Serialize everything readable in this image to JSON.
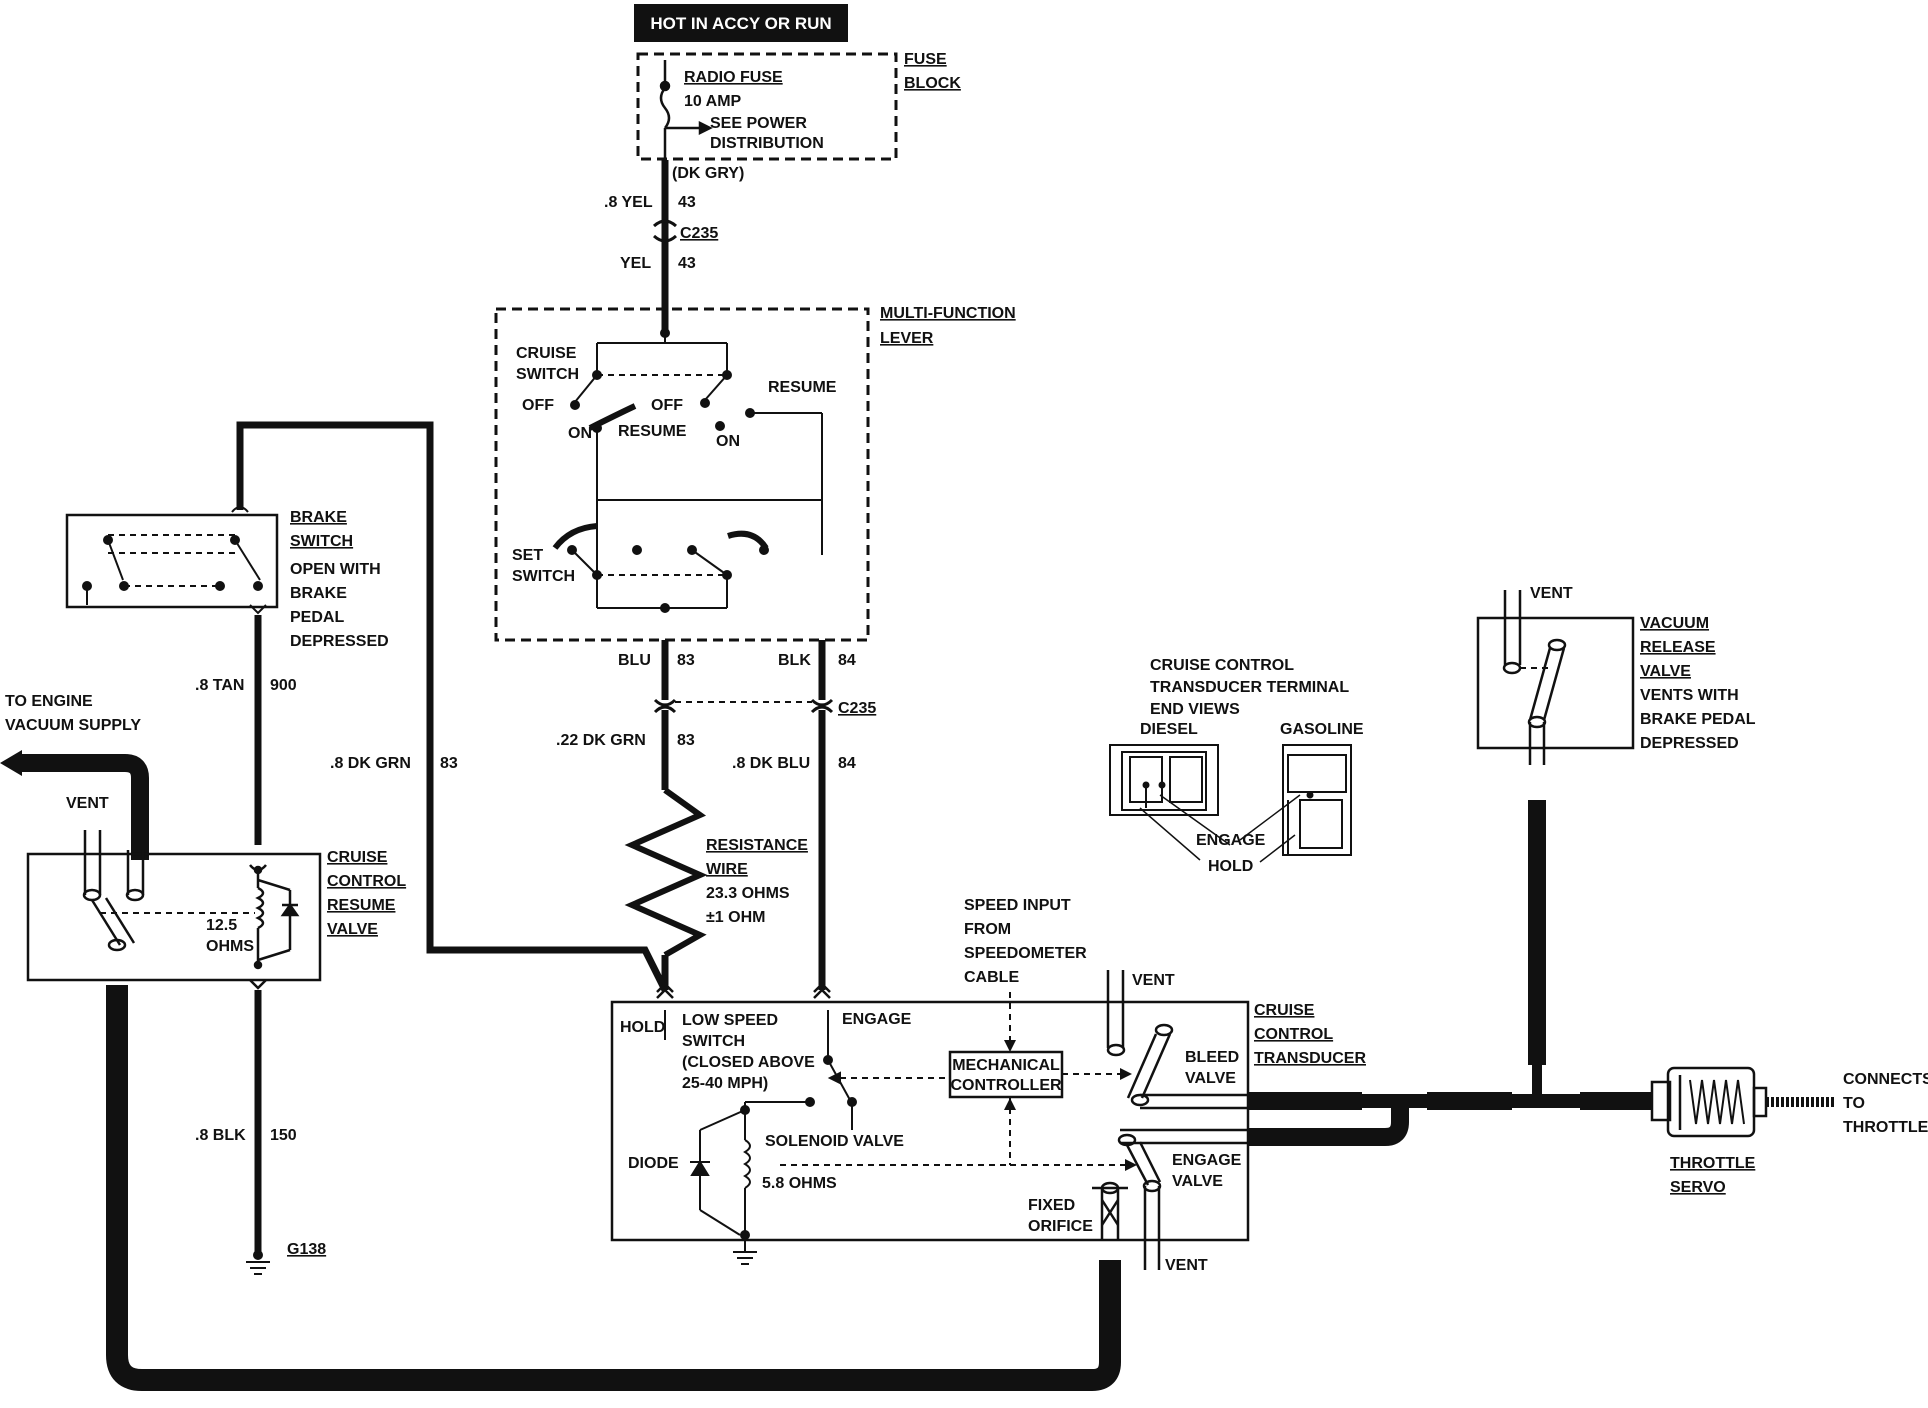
{
  "power": {
    "hot_label": "HOT IN ACCY OR RUN",
    "fuse_block": [
      "FUSE",
      "BLOCK"
    ],
    "radio_fuse": "RADIO FUSE",
    "fuse_rating": "10 AMP",
    "see_power": [
      "SEE POWER",
      "DISTRIBUTION"
    ],
    "wire_color_dk_gry": "(DK GRY)"
  },
  "wires": {
    "w1_color": ".8 YEL",
    "w1_num": "43",
    "conn_c235_top": "C235",
    "w2_color": "YEL",
    "w2_num": "43",
    "blu": "BLU",
    "blu_num": "83",
    "blk": "BLK",
    "blk_num": "84",
    "conn_c235_mid": "C235",
    "dk_grn": ".22 DK GRN",
    "dk_grn_num": "83",
    "dk_blu": ".8 DK BLU",
    "dk_blu_num": "84",
    "tan": ".8 TAN",
    "tan_num": "900",
    "grn_long": ".8 DK GRN",
    "grn_long_num": "83",
    "blk_gnd": ".8 BLK",
    "blk_gnd_num": "150",
    "ground": "G138"
  },
  "multifunction": {
    "title": [
      "MULTI-FUNCTION",
      "LEVER"
    ],
    "cruise_switch": [
      "CRUISE",
      "SWITCH"
    ],
    "off_left": "OFF",
    "on_left": "ON",
    "resume_mid": "RESUME",
    "off_right": "OFF",
    "on_right": "ON",
    "resume_right": "RESUME",
    "set_switch": [
      "SET",
      "SWITCH"
    ]
  },
  "brake": {
    "title": [
      "BRAKE",
      "SWITCH"
    ],
    "desc": [
      "OPEN WITH",
      "BRAKE",
      "PEDAL",
      "DEPRESSED"
    ]
  },
  "resume_valve": {
    "to_engine": [
      "TO ENGINE",
      "VACUUM SUPPLY"
    ],
    "vent": "VENT",
    "ohms": [
      "12.5",
      "OHMS"
    ],
    "title": [
      "CRUISE",
      "CONTROL",
      "RESUME",
      "VALVE"
    ]
  },
  "resistance": {
    "title": [
      "RESISTANCE",
      "WIRE"
    ],
    "value": [
      "23.3 OHMS",
      "±1 OHM"
    ]
  },
  "terminal_views": {
    "title": [
      "CRUISE CONTROL",
      "TRANSDUCER TERMINAL",
      "END VIEWS"
    ],
    "diesel": "DIESEL",
    "gasoline": "GASOLINE",
    "engage": "ENGAGE",
    "hold": "HOLD"
  },
  "speed_input": [
    "SPEED INPUT",
    "FROM",
    "SPEEDOMETER",
    "CABLE"
  ],
  "transducer": {
    "title": [
      "CRUISE",
      "CONTROL",
      "TRANSDUCER"
    ],
    "hold": "HOLD",
    "low_speed": [
      "LOW SPEED",
      "SWITCH",
      "(CLOSED ABOVE",
      "25-40 MPH)"
    ],
    "engage": "ENGAGE",
    "mechanical": [
      "MECHANICAL",
      "CONTROLLER"
    ],
    "bleed_valve": [
      "BLEED",
      "VALVE"
    ],
    "vent_top": "VENT",
    "diode": "DIODE",
    "solenoid": "SOLENOID VALVE",
    "solenoid_ohms": "5.8 OHMS",
    "fixed_orifice": [
      "FIXED",
      "ORIFICE"
    ],
    "engage_valve": [
      "ENGAGE",
      "VALVE"
    ],
    "vent_bottom": "VENT"
  },
  "vacuum_release": {
    "vent": "VENT",
    "title": [
      "VACUUM",
      "RELEASE",
      "VALVE"
    ],
    "desc": [
      "VENTS WITH",
      "BRAKE PEDAL",
      "DEPRESSED"
    ]
  },
  "throttle": {
    "connects": [
      "CONNECTS",
      "TO",
      "THROTTLE"
    ],
    "servo": [
      "THROTTLE",
      "SERVO"
    ]
  }
}
